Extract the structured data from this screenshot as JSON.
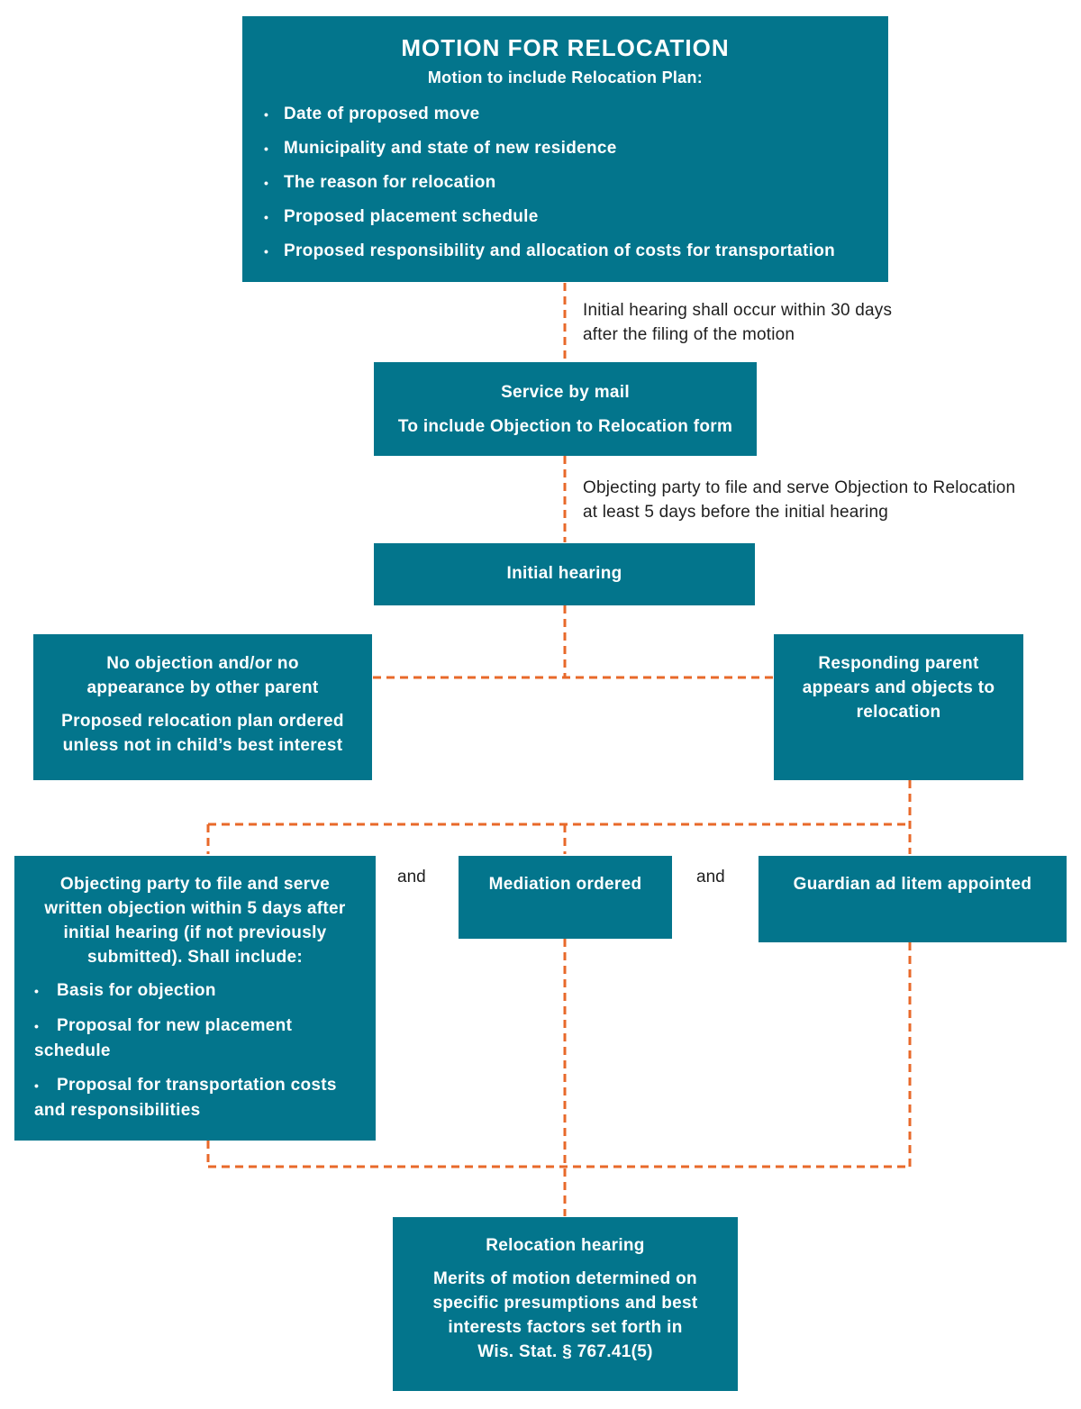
{
  "motion": {
    "title": "MOTION FOR RELOCATION",
    "subtitle": "Motion to include Relocation Plan:",
    "items": [
      "Date of proposed move",
      "Municipality and state of new residence",
      "The reason for relocation",
      "Proposed placement schedule",
      "Proposed responsibility and allocation of costs for transportation"
    ]
  },
  "note1": {
    "line1": "Initial hearing shall occur within 30 days",
    "line2": "after the filing of the motion"
  },
  "service": {
    "title": "Service by mail",
    "text": "To include Objection to Relocation form"
  },
  "note2": {
    "line1": "Objecting party to file and serve Objection to Relocation",
    "line2": "at least 5 days before the initial hearing"
  },
  "initial_hearing": {
    "title": "Initial hearing"
  },
  "no_objection": {
    "title_l1": "No objection and/or no",
    "title_l2": "appearance by other parent",
    "text_l1": "Proposed relocation plan ordered",
    "text_l2": "unless not in child’s best interest"
  },
  "responding": {
    "l1": "Responding parent",
    "l2": "appears and objects to",
    "l3": "relocation"
  },
  "objecting": {
    "l1": "Objecting party to file and serve",
    "l2": "written objection within 5 days after",
    "l3": "initial hearing (if not previously",
    "l4": "submitted). Shall include:",
    "items": [
      {
        "a": "Basis for objection",
        "b": ""
      },
      {
        "a": "Proposal for new placement",
        "b": "schedule"
      },
      {
        "a": "Proposal for transportation costs",
        "b": "and responsibilities"
      }
    ]
  },
  "and_label": "and",
  "mediation": {
    "title": "Mediation ordered"
  },
  "guardian": {
    "title": "Guardian ad litem appointed"
  },
  "relocation_hearing": {
    "title": "Relocation hearing",
    "l1": "Merits of motion determined on",
    "l2": "specific presumptions and best",
    "l3": "interests factors set forth in",
    "l4": "Wis. Stat. § 767.41(5)"
  },
  "colors": {
    "box": "#03758c",
    "connector": "#e8692a",
    "text_on_box": "#ffffff"
  }
}
